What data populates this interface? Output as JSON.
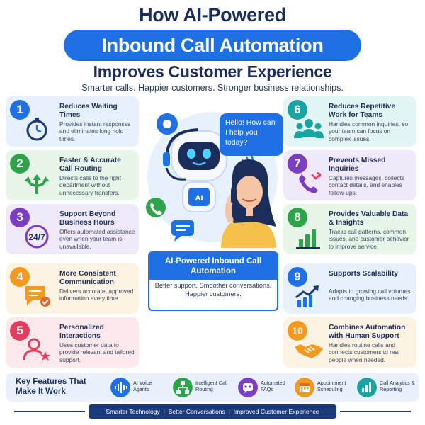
{
  "header": {
    "line1": "How AI-Powered",
    "line2": "Inbound Call Automation",
    "line3": "Improves Customer Experience",
    "subtitle": "Smarter calls. Happier customers. Stronger business relationships."
  },
  "colors": {
    "accent_blue": "#1f6fe5",
    "navy": "#1b2d5b",
    "footer_navy": "#1b3a7a"
  },
  "benefits_left": [
    {
      "num": "1",
      "title": "Reduces Waiting Times",
      "desc": "Provides instant responses and eliminates long hold times.",
      "icon": "stopwatch-icon",
      "color": "#1f6fe5",
      "bg": "#e7f0fd"
    },
    {
      "num": "2",
      "title": "Faster & Accurate Call Routing",
      "desc": "Directs calls to the right department without unnecessary transfers.",
      "icon": "routing-arrows-icon",
      "color": "#2fa34a",
      "bg": "#e8f6ea"
    },
    {
      "num": "3",
      "title": "Support Beyond Business Hours",
      "desc": "Offers automated assistance even when your team is unavailable.",
      "icon": "clock-24-7-icon",
      "color": "#7b3fc4",
      "bg": "#f0e9fa"
    },
    {
      "num": "4",
      "title": "More Consistent Communication",
      "desc": "Delivers accurate, approved information every time.",
      "icon": "chat-check-icon",
      "color": "#f29a1f",
      "bg": "#fdf3e3"
    },
    {
      "num": "5",
      "title": "Personalized Interactions",
      "desc": "Uses customer data to provide relevant and tailored support.",
      "icon": "user-star-icon",
      "color": "#e23c5e",
      "bg": "#fde9ec"
    }
  ],
  "benefits_right": [
    {
      "num": "6",
      "title": "Reduces Repetitive Work for Teams",
      "desc": "Handles common inquiries, so your team can focus on complex issues.",
      "icon": "team-icon",
      "color": "#1aa3a3",
      "bg": "#e4f5f5"
    },
    {
      "num": "7",
      "title": "Prevents Missed Inquiries",
      "desc": "Captures messages, collects contact details, and enables follow-ups.",
      "icon": "phone-missed-icon",
      "color": "#7b3fc4",
      "bg": "#f0e9fa"
    },
    {
      "num": "8",
      "title": "Provides Valuable Data & Insights",
      "desc": "Tracks call patterns, common issues, and customer behavior to improve service.",
      "icon": "bar-chart-icon",
      "color": "#2fa34a",
      "bg": "#e8f6ea"
    },
    {
      "num": "9",
      "title": "Supports Scalability",
      "desc": "Adapts to growing call volumes and changing business needs.",
      "icon": "growth-chart-icon",
      "color": "#1f6fe5",
      "bg": "#e7f0fd"
    },
    {
      "num": "10",
      "title": "Combines Automation with Human Support",
      "desc": "Handles routine calls and connects customers to real people when needed.",
      "icon": "handshake-icon",
      "color": "#f29a1f",
      "bg": "#fdf3e3"
    }
  ],
  "center": {
    "bubble": "Hello! How can I help you today?",
    "robot_badge": "AI",
    "title": "AI-Powered Inbound Call Automation",
    "desc": "Better support. Smoother conversations. Happier customers."
  },
  "features": {
    "title": "Key Features That Make It Work",
    "items": [
      {
        "label": "AI Voice Agents",
        "icon": "voice-wave-icon",
        "color": "#1f6fe5"
      },
      {
        "label": "Intelligent Call Routing",
        "icon": "routing-tree-icon",
        "color": "#2fa34a"
      },
      {
        "label": "Automated FAQs",
        "icon": "chat-bot-icon",
        "color": "#7b3fc4"
      },
      {
        "label": "Appointment Scheduling",
        "icon": "calendar-icon",
        "color": "#f29a1f"
      },
      {
        "label": "Call Analytics & Reporting",
        "icon": "analytics-icon",
        "color": "#1aa3a3"
      }
    ]
  },
  "footer": {
    "text": "Smarter Technology  |  Better Conversations  |  Improved Customer Experience"
  }
}
